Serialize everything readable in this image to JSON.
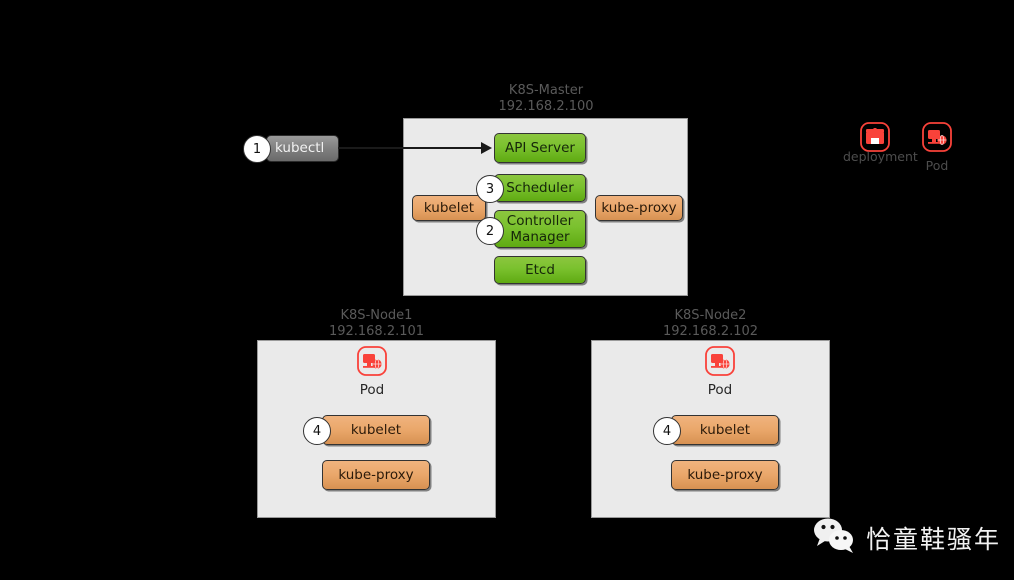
{
  "diagram": {
    "background_color": "#000000",
    "panel_color": "#eaeaea",
    "green_color": "#7ac12e",
    "orange_color": "#eaa76a",
    "gray_color": "#808080",
    "icon_color": "#f9423a"
  },
  "client": {
    "step": "1",
    "label": "kubectl"
  },
  "master": {
    "caption_line1": "K8S-Master",
    "caption_line2": "192.168.2.100",
    "api_server": "API Server",
    "scheduler": "Scheduler",
    "controller_manager": "Controller Manager",
    "etcd": "Etcd",
    "kubelet": "kubelet",
    "kube_proxy": "kube-proxy",
    "step_scheduler": "3",
    "step_controller": "2"
  },
  "node1": {
    "caption_line1": "K8S-Node1",
    "caption_line2": "192.168.2.101",
    "pod_label": "Pod",
    "pod_icon": "pod-icon",
    "kubelet": "kubelet",
    "kube_proxy": "kube-proxy",
    "step_kubelet": "4"
  },
  "node2": {
    "caption_line1": "K8S-Node2",
    "caption_line2": "192.168.2.102",
    "pod_label": "Pod",
    "pod_icon": "pod-icon",
    "kubelet": "kubelet",
    "kube_proxy": "kube-proxy",
    "step_kubelet": "4"
  },
  "legend": {
    "deployment_label": "deployment",
    "deployment_icon": "deployment-icon",
    "pod_label": "Pod",
    "pod_icon": "pod-icon"
  },
  "watermark": {
    "icon": "wechat-icon",
    "text": "恰童鞋骚年"
  }
}
